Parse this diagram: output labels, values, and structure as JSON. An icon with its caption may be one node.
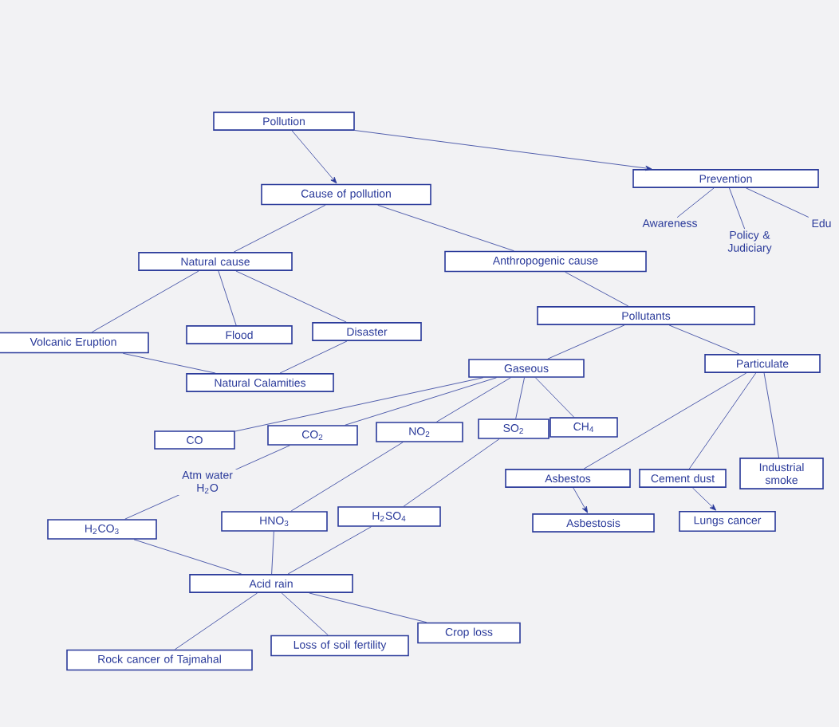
{
  "diagram": {
    "nodes": [
      {
        "text": [
          "Pollution"
        ]
      },
      {
        "text": [
          "Cause of pollution"
        ]
      },
      {
        "text": [
          "Prevention"
        ]
      },
      {
        "text": [
          "Awareness"
        ]
      },
      {
        "text": [
          "Policy & Judiciary"
        ]
      },
      {
        "text": [
          "Edu"
        ]
      },
      {
        "text": [
          "Natural cause"
        ]
      },
      {
        "text": [
          "Anthropogenic cause"
        ]
      },
      {
        "text": [
          "Volcanic Eruption"
        ]
      },
      {
        "text": [
          "Flood"
        ]
      },
      {
        "text": [
          "Disaster"
        ]
      },
      {
        "text": [
          "Natural Calamities"
        ]
      },
      {
        "text": [
          "Pollutants"
        ]
      },
      {
        "text": [
          "Gaseous"
        ]
      },
      {
        "text": [
          "Particulate"
        ]
      },
      {
        "text": [
          "CO"
        ]
      },
      {
        "text": [
          "CO$_{2}$"
        ]
      },
      {
        "text": [
          "NO$_{2}$"
        ]
      },
      {
        "text": [
          "SO$_{2}$"
        ]
      },
      {
        "text": [
          "CH$_{4}$"
        ]
      },
      {
        "text": [
          "Asbestos"
        ]
      },
      {
        "text": [
          "Cement dust"
        ]
      },
      {
        "text": [
          "Industrial smoke"
        ]
      },
      {
        "text": [
          "Asbestosis"
        ]
      },
      {
        "text": [
          "Lungs cancer"
        ]
      },
      {
        "text": [
          "H$_{2}$CO$_{3}$"
        ]
      },
      {
        "text": [
          "HNO$_{3}$"
        ]
      },
      {
        "text": [
          "H$_{2}$SO$_{4}$"
        ]
      },
      {
        "text": [
          "Acid rain"
        ]
      },
      {
        "text": [
          "Rock cancer of Tajmahal"
        ]
      },
      {
        "text": [
          "Loss of soil fertility"
        ]
      },
      {
        "text": [
          "Crop loss"
        ]
      }
    ],
    "edges": [
      {
        "from": 0,
        "to": 1,
        "arrow": "to"
      },
      {
        "from": 0,
        "to": 2,
        "arrow": "to"
      },
      {
        "from": 2,
        "to": 3,
        "arrow": "none"
      },
      {
        "from": 2,
        "to": 4,
        "arrow": "none"
      },
      {
        "from": 2,
        "to": 5,
        "arrow": "none"
      },
      {
        "from": 1,
        "to": 6,
        "arrow": "none"
      },
      {
        "from": 1,
        "to": 7,
        "arrow": "none"
      },
      {
        "from": 6,
        "to": 8,
        "arrow": "none"
      },
      {
        "from": 6,
        "to": 9,
        "arrow": "none"
      },
      {
        "from": 6,
        "to": 10,
        "arrow": "none"
      },
      {
        "from": 8,
        "to": 11,
        "arrow": "none"
      },
      {
        "from": 10,
        "to": 11,
        "arrow": "none"
      },
      {
        "from": 7,
        "to": 12,
        "arrow": "none"
      },
      {
        "from": 12,
        "to": 13,
        "arrow": "none"
      },
      {
        "from": 12,
        "to": 14,
        "arrow": "none"
      },
      {
        "from": 13,
        "to": 15,
        "arrow": "none"
      },
      {
        "from": 13,
        "to": 16,
        "arrow": "none"
      },
      {
        "from": 13,
        "to": 17,
        "arrow": "none"
      },
      {
        "from": 13,
        "to": 18,
        "arrow": "none"
      },
      {
        "from": 13,
        "to": 19,
        "arrow": "none"
      },
      {
        "from": 14,
        "to": 20,
        "arrow": "none"
      },
      {
        "from": 14,
        "to": 21,
        "arrow": "none"
      },
      {
        "from": 14,
        "to": 22,
        "arrow": "none"
      },
      {
        "from": 20,
        "to": 23,
        "arrow": "to"
      },
      {
        "from": 21,
        "to": 24,
        "arrow": "to"
      },
      {
        "from": 16,
        "to": 25,
        "arrow": "none",
        "label": "Atm water H$_{2}$O"
      },
      {
        "from": 17,
        "to": 26,
        "arrow": "none"
      },
      {
        "from": 18,
        "to": 27,
        "arrow": "none"
      },
      {
        "from": 25,
        "to": 28,
        "arrow": "none"
      },
      {
        "from": 26,
        "to": 28,
        "arrow": "none"
      },
      {
        "from": 27,
        "to": 28,
        "arrow": "none"
      },
      {
        "from": 28,
        "to": 29,
        "arrow": "none"
      },
      {
        "from": 28,
        "to": 30,
        "arrow": "none"
      },
      {
        "from": 28,
        "to": 31,
        "arrow": "none"
      }
    ]
  }
}
